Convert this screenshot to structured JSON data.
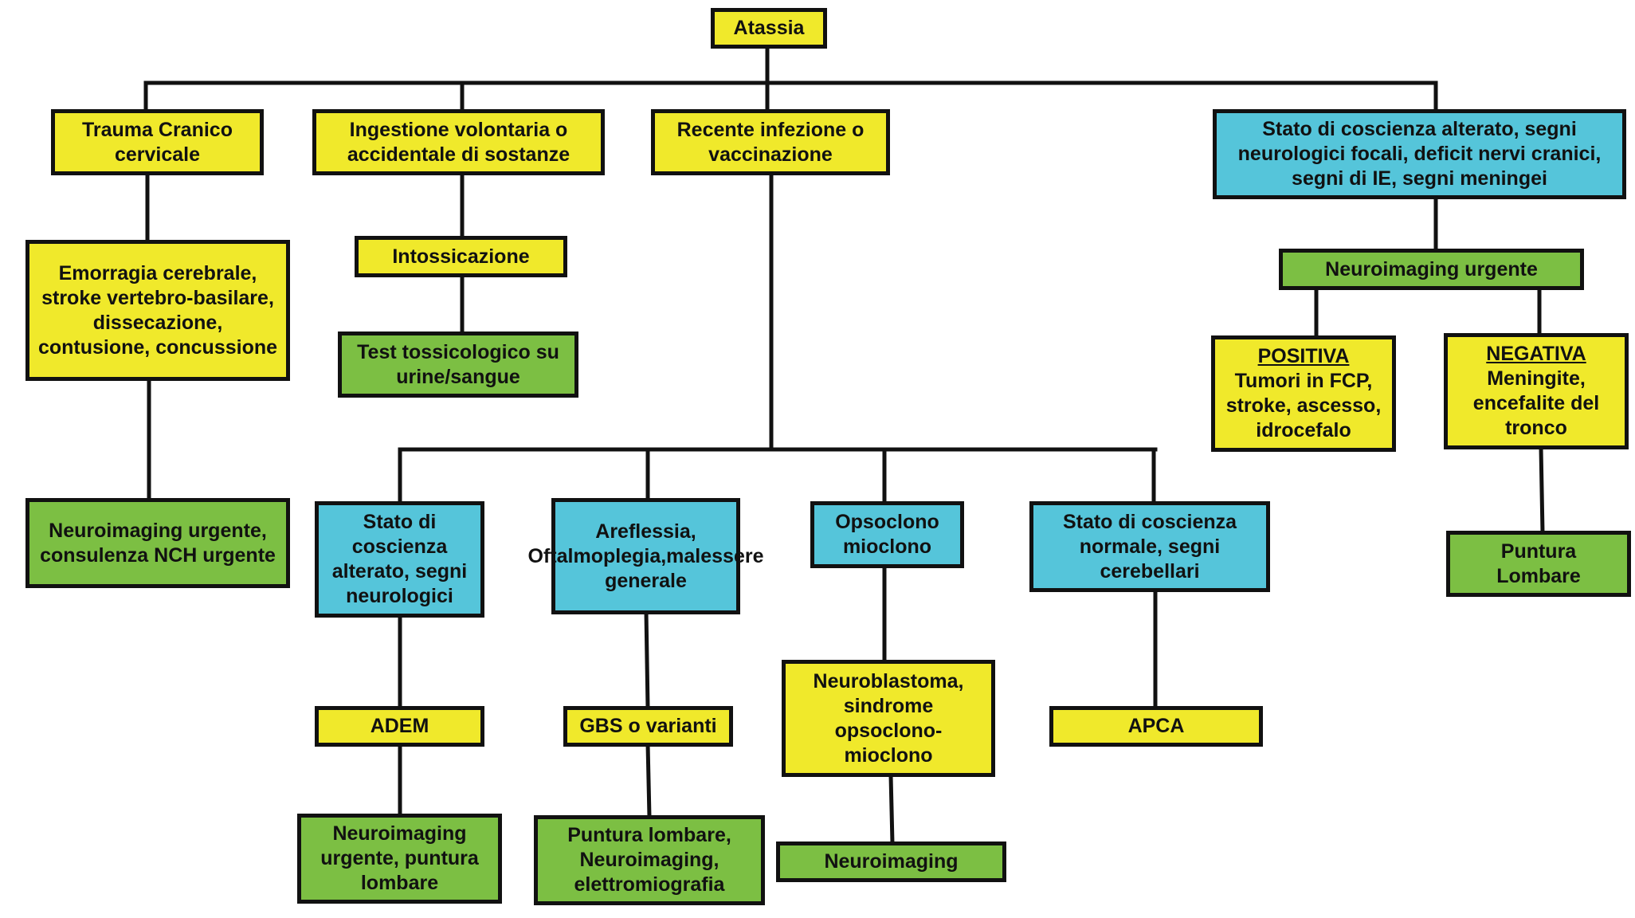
{
  "colors": {
    "yellow": "#f0e92b",
    "blue": "#55c5da",
    "green": "#7cbf43",
    "line": "#111111"
  },
  "nodes": {
    "root": "Atassia",
    "trauma": "Trauma Cranico cervicale",
    "ingestion": "Ingestione volontaria o accidentale di sostanze",
    "infection": "Recente infezione o vaccinazione",
    "coscienza_focal": "Stato di coscienza alterato, segni neurologici focali, deficit nervi cranici, segni di IE, segni meningei",
    "emorragia": "Emorragia cerebrale, stroke vertebro-basilare, dissecazione, contusione, concussione",
    "intossicazione": "Intossicazione",
    "test_tox": "Test tossicologico su urine/sangue",
    "neuroimaging_urgente": "Neuroimaging urgente",
    "positiva_head": "POSITIVA",
    "positiva_body": "Tumori in FCP, stroke, ascesso, idrocefalo",
    "negativa_head": "NEGATIVA",
    "negativa_body": "Meningite, encefalite del tronco",
    "neuro_nch": "Neuroimaging urgente, consulenza NCH urgente",
    "puntura_lombare": "Puntura Lombare",
    "coscienza_neuro": "Stato di coscienza alterato, segni neurologici",
    "areflessia": "Areflessia, Oftalmoplegia,malessere generale",
    "opsoclono": "Opsoclono mioclono",
    "coscienza_norm": "Stato di coscienza normale, segni cerebellari",
    "adem": "ADEM",
    "gbs": "GBS o varianti",
    "neuroblastoma": "Neuroblastoma, sindrome opsoclono-mioclono",
    "apca": "APCA",
    "neuro_puntura": "Neuroimaging urgente, puntura lombare",
    "puntura_emg": "Puntura lombare, Neuroimaging, elettromiografia",
    "neuroimaging": "Neuroimaging"
  }
}
